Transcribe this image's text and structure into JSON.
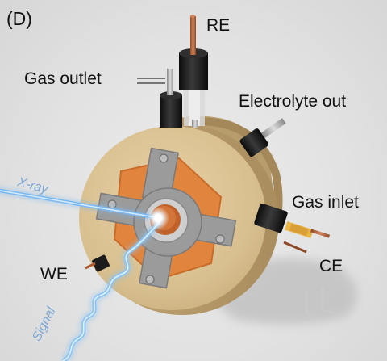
{
  "panel_label": "(D)",
  "labels": {
    "re": "RE",
    "gas_outlet": "Gas outlet",
    "electrolyte_out": "Electrolyte out",
    "gas_inlet": "Gas inlet",
    "ce": "CE",
    "we": "WE",
    "xray": "X-ray",
    "signal": "Signal"
  },
  "colors": {
    "cell_body": "#ddc596",
    "window_frame": "#9b9b9b",
    "electrode": "#e0843e",
    "fitting": "#1b1b1b",
    "xray_beam": "#7ab8f0",
    "signal_beam": "#8cc4f2",
    "label_text": "#111111",
    "beam_label_text": "#7ea7d8"
  }
}
